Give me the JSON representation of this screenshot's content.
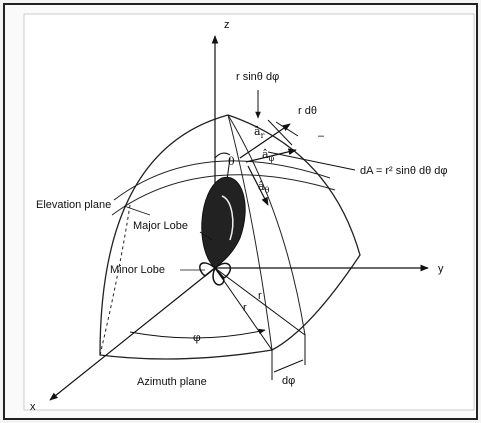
{
  "axes": {
    "z": "z",
    "y": "y",
    "x": "x"
  },
  "labels": {
    "r_sin_theta_dphi": "r sinθ dφ",
    "r_dtheta": "r dθ",
    "dA": "dA = r² sinθ dθ dφ",
    "theta": "θ",
    "elevation_plane": "Elevation plane",
    "major_lobe": "Major Lobe",
    "minor_lobe": "Minor Lobe",
    "r1": "r",
    "r2": "r",
    "phi": "φ",
    "azimuth_plane": "Azimuth plane",
    "dphi": "dφ",
    "dash": "–"
  },
  "unit_vectors": {
    "a_r": "â",
    "a_r_sub": "r",
    "a_phi": "â",
    "a_phi_sub": "φ",
    "a_theta": "â",
    "a_theta_sub": "θ"
  },
  "colors": {
    "frame_border": "#222222",
    "background": "#f4f4f4",
    "ink": "#111111"
  }
}
